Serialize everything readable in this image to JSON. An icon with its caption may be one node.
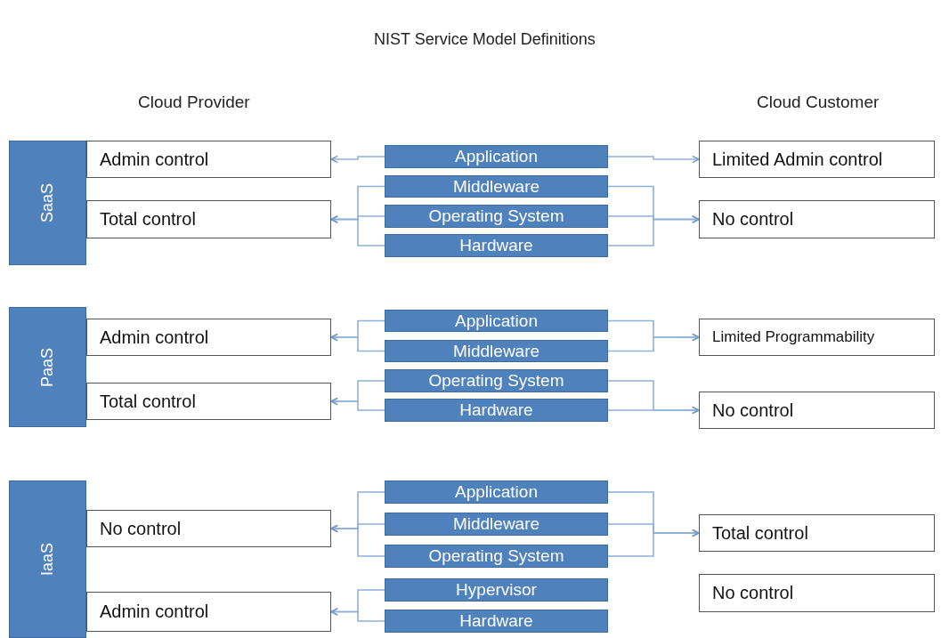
{
  "diagram": {
    "title": "NIST Service Model Definitions",
    "nodes": [
      {
        "text": [
          "SaaS"
        ]
      },
      {
        "text": [
          "Admin control"
        ]
      },
      {
        "text": [
          "Total control"
        ]
      },
      {
        "text": [
          "Application"
        ]
      },
      {
        "text": [
          "Middleware"
        ]
      },
      {
        "text": [
          "Operating System"
        ]
      },
      {
        "text": [
          "Hardware"
        ]
      },
      {
        "text": [
          "Limited Admin control"
        ]
      },
      {
        "text": [
          "No control"
        ]
      },
      {
        "text": [
          "PaaS"
        ]
      },
      {
        "text": [
          "Admin control"
        ]
      },
      {
        "text": [
          "Total control"
        ]
      },
      {
        "text": [
          "Application"
        ]
      },
      {
        "text": [
          "Middleware"
        ]
      },
      {
        "text": [
          "Operating System"
        ]
      },
      {
        "text": [
          "Hardware"
        ]
      },
      {
        "text": [
          "Limited Programmability"
        ]
      },
      {
        "text": [
          "No control"
        ]
      },
      {
        "text": [
          "IaaS"
        ]
      },
      {
        "text": [
          "No control"
        ]
      },
      {
        "text": [
          "Admin control"
        ]
      },
      {
        "text": [
          "Application"
        ]
      },
      {
        "text": [
          "Middleware"
        ]
      },
      {
        "text": [
          "Operating System"
        ]
      },
      {
        "text": [
          "Hypervisor"
        ]
      },
      {
        "text": [
          "Hardware"
        ]
      },
      {
        "text": [
          "Total control"
        ]
      },
      {
        "text": [
          "No control"
        ]
      }
    ],
    "edges": [
      {
        "from": 3,
        "to": 1,
        "arrow": "to"
      },
      {
        "from": 4,
        "to": 2,
        "arrow": "to"
      },
      {
        "from": 5,
        "to": 2,
        "arrow": "to"
      },
      {
        "from": 6,
        "to": 2,
        "arrow": "to"
      },
      {
        "from": 3,
        "to": 7,
        "arrow": "to"
      },
      {
        "from": 4,
        "to": 8,
        "arrow": "to"
      },
      {
        "from": 5,
        "to": 8,
        "arrow": "to"
      },
      {
        "from": 6,
        "to": 8,
        "arrow": "to"
      },
      {
        "from": 12,
        "to": 10,
        "arrow": "to"
      },
      {
        "from": 13,
        "to": 10,
        "arrow": "to"
      },
      {
        "from": 14,
        "to": 11,
        "arrow": "to"
      },
      {
        "from": 15,
        "to": 11,
        "arrow": "to"
      },
      {
        "from": 12,
        "to": 16,
        "arrow": "to"
      },
      {
        "from": 13,
        "to": 16,
        "arrow": "to"
      },
      {
        "from": 14,
        "to": 17,
        "arrow": "to"
      },
      {
        "from": 15,
        "to": 17,
        "arrow": "to"
      },
      {
        "from": 21,
        "to": 19,
        "arrow": "to"
      },
      {
        "from": 22,
        "to": 19,
        "arrow": "to"
      },
      {
        "from": 23,
        "to": 19,
        "arrow": "to"
      },
      {
        "from": 24,
        "to": 20,
        "arrow": "to"
      },
      {
        "from": 25,
        "to": 20,
        "arrow": "to"
      },
      {
        "from": 21,
        "to": 26,
        "arrow": "to"
      },
      {
        "from": 22,
        "to": 26,
        "arrow": "to"
      },
      {
        "from": 23,
        "to": 26,
        "arrow": "to"
      }
    ],
    "labels": [
      "Cloud Provider",
      "Cloud Customer"
    ]
  }
}
